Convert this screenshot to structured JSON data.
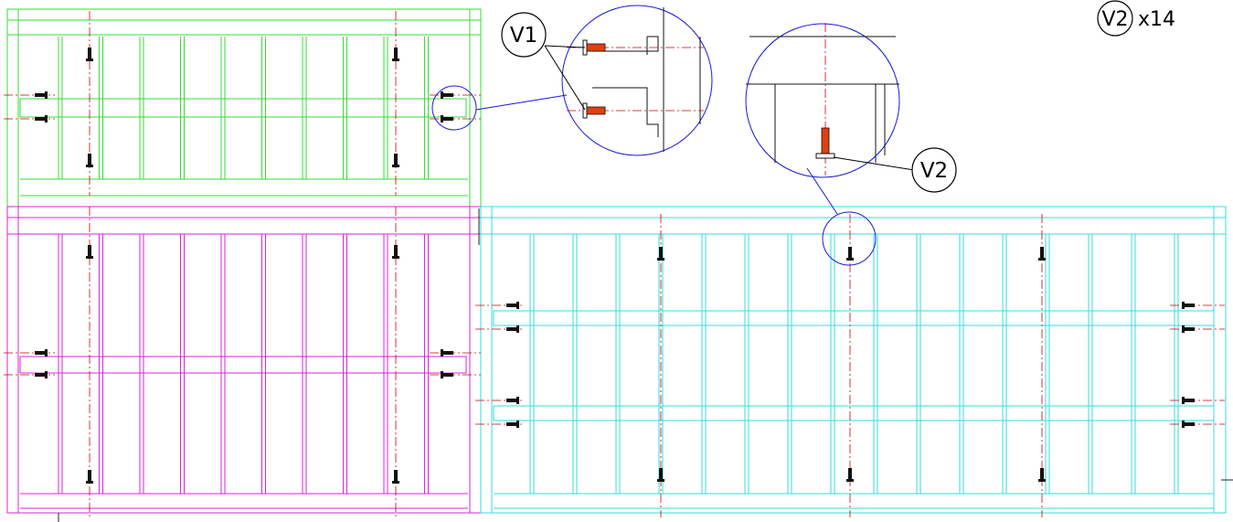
{
  "drawing": {
    "callout_v1": "V1",
    "callout_v2": "V2",
    "count_symbol": "V2",
    "count_text": "x14"
  },
  "colors": {
    "panel_top": "#33dd33",
    "panel_left": "#dd22dd",
    "panel_right": "#33dddd",
    "detail": "#1a1ad6",
    "centerline": "#cc0000",
    "screw_head": "#111111",
    "screw_thread": "#e04010"
  }
}
